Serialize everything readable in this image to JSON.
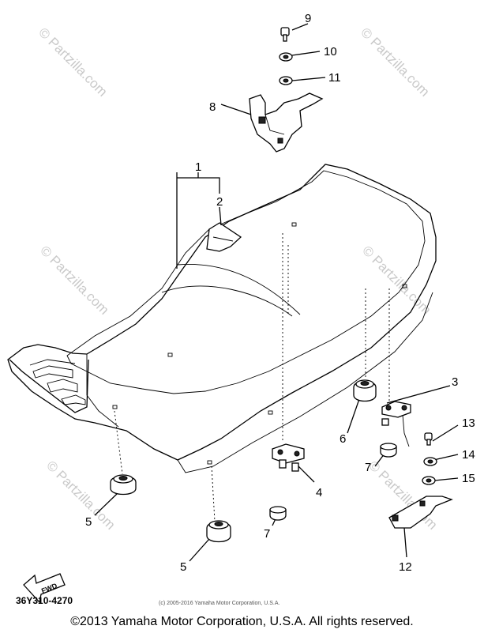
{
  "watermarks": [
    "© Partzilla.com",
    "© Partzilla.com",
    "© Partzilla.com",
    "© Partzilla.com",
    "© Partzilla.com",
    "© Partzilla.com"
  ],
  "callouts": {
    "c1": "1",
    "c2": "2",
    "c3": "3",
    "c4": "4",
    "c5a": "5",
    "c5b": "5",
    "c6": "6",
    "c7a": "7",
    "c7b": "7",
    "c8": "8",
    "c9": "9",
    "c10": "10",
    "c11": "11",
    "c12": "12",
    "c13": "13",
    "c14": "14",
    "c15": "15"
  },
  "fwd_label": "FWD",
  "part_number": "36Y310-4270",
  "inner_copyright": "(c) 2005-2016 Yamaha Motor Corporation, U.S.A.",
  "footer_copyright": "©2013 Yamaha Motor Corporation, U.S.A. All rights reserved."
}
